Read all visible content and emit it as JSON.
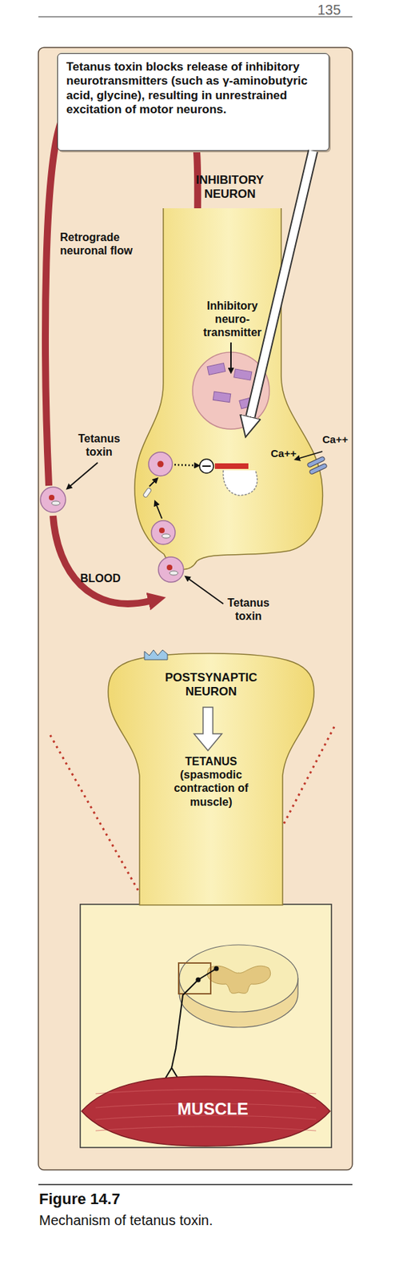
{
  "diagram": {
    "title": "Figure 14.7",
    "caption": "Mechanism of tetanus toxin.",
    "nodes": [
      {
        "text": [
          "Tetanus toxin blocks release of inhibitory neurotransmitters (such as γ-aminobutyric acid, glycine), resulting in unrestrained excitation of motor neurons."
        ]
      },
      {
        "text": [
          "INHIBITORY NEURON"
        ]
      },
      {
        "text": [
          "POSTSYNAPTIC NEURON",
          "TETANUS (spasmodic contraction of muscle)"
        ]
      },
      {
        "text": [
          "MUSCLE"
        ]
      }
    ],
    "edges": [
      {
        "from": 0,
        "to": 1,
        "arrow": "to"
      }
    ],
    "labels": [
      "135",
      "Retrograde neuronal flow",
      "Inhibitory neuro-transmitter",
      "Tetanus toxin",
      "Ca++",
      "Ca++",
      "BLOOD",
      "Tetanus toxin"
    ]
  }
}
